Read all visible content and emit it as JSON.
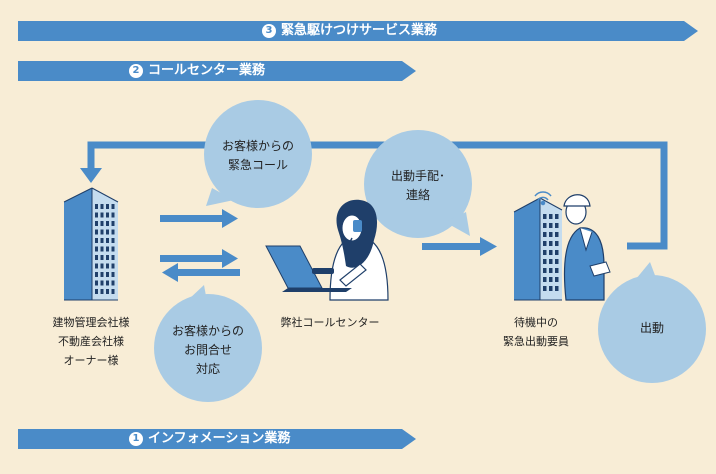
{
  "bands": [
    {
      "num": "3",
      "label": "緊急駆けつけサービス業務"
    },
    {
      "num": "2",
      "label": "コールセンター業務"
    },
    {
      "num": "1",
      "label": "インフォメーション業務"
    }
  ],
  "bubbles": {
    "customer_call": "お客様からの\n緊急コール",
    "dispatch": "出動手配･\n連絡",
    "inquiry": "お客様からの\nお問合せ\n対応",
    "departure": "出動"
  },
  "captions": {
    "owners": "建物管理会社様\n不動産会社様\nオーナー様",
    "call_center": "弊社コールセンター",
    "standby": "待機中の\n緊急出動要員"
  },
  "colors": {
    "background": "#f8edd6",
    "band": "#4a8bc8",
    "bubble": "#a9cbe4",
    "dark_blue": "#1f3f6a"
  },
  "icons": [
    "office-building-icon",
    "call-center-operator-icon",
    "laptop-icon",
    "security-guard-icon",
    "signal-icon"
  ]
}
